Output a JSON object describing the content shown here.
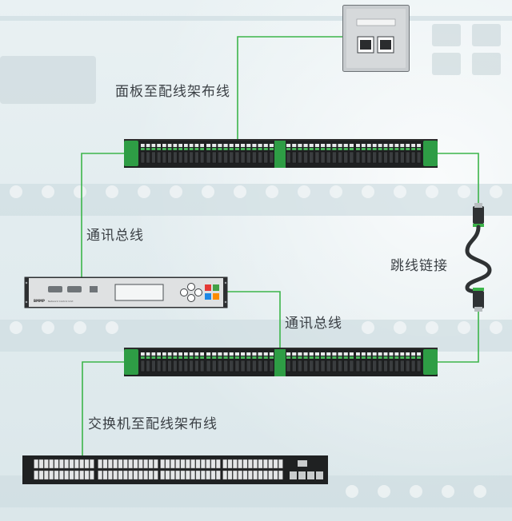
{
  "labels": {
    "faceplate_to_patch": "面板至配线架布线",
    "comm_bus_1": "通讯总线",
    "patch_cord_link": "跳线链接",
    "comm_bus_2": "通讯总线",
    "switch_to_patch": "交换机至配线架布线"
  },
  "device_panel": {
    "brand": "BMMP",
    "subtitle": "Network Control Unit"
  },
  "colors": {
    "wire": "#3cb54a",
    "patch_green": "#2e9d45",
    "dark": "#2b2b2b",
    "panel_silver": "#d9dbdc"
  },
  "icons": {
    "wall_socket": "rj45-faceplate-icon",
    "patch_cord": "patch-cable-icon"
  }
}
